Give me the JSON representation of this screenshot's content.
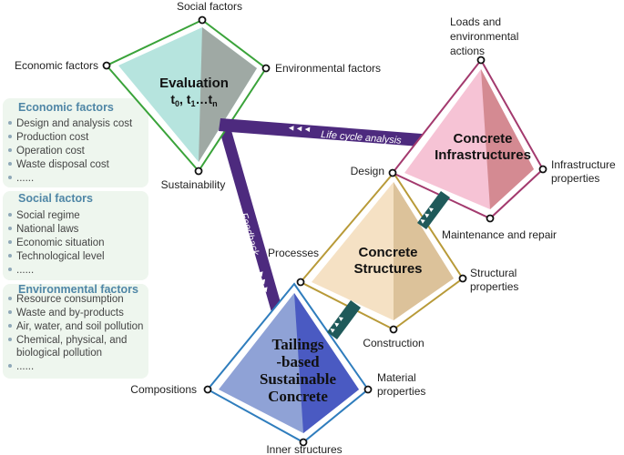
{
  "left_panel": {
    "economic": {
      "title": "Economic factors",
      "items": [
        "Design and analysis cost",
        "Production cost",
        "Operation cost",
        "Waste disposal cost",
        "......"
      ]
    },
    "social": {
      "title": "Social factors",
      "items": [
        "Social regime",
        "National laws",
        "Economic situation",
        "Technological level",
        "......"
      ]
    },
    "environmental": {
      "title": "Environmental factors",
      "items": [
        "Resource consumption",
        "Waste and by-products",
        "Air, water, and soil pollution",
        "Chemical, physical, and",
        "biological pollution",
        "......"
      ]
    }
  },
  "evaluation": {
    "title": "Evaluation",
    "subtitle_parts": {
      "t": "t",
      "s0": "0",
      "sep1": ", t",
      "s1": "1",
      "sep2": "…t",
      "sn": "n"
    },
    "top": "Social factors",
    "left": "Economic factors",
    "right": "Environmental factors",
    "bottom": "Sustainability"
  },
  "infrastructures": {
    "title_line1": "Concrete",
    "title_line2": "Infrastructures",
    "top_line1": "Loads and",
    "top_line2": "environmental",
    "top_line3": "actions",
    "left": "Design",
    "right_line1": "Infrastructure",
    "right_line2": "properties",
    "bottom": "Maintenance and repair"
  },
  "structures": {
    "title_line1": "Concrete",
    "title_line2": "Structures",
    "left": "Processes",
    "right_line1": "Structural",
    "right_line2": "properties",
    "bottom": "Construction"
  },
  "tailings": {
    "title_line1": "Tailings",
    "title_line2": "-based",
    "title_line3": "Sustainable",
    "title_line4": "Concrete",
    "left": "Compositions",
    "right_line1": "Material",
    "right_line2": "properties",
    "bottom": "Inner structures"
  },
  "arrows": {
    "life_cycle": "Life cycle analysis",
    "feedback": "Feedback"
  },
  "colors": {
    "evaluation_border": "#3aa33a",
    "infrastructures_border": "#a33a6e",
    "structures_border": "#b89a38",
    "tailings_border": "#2f7dbd",
    "arrow_purple": "#4d2a7e",
    "link_teal": "#1f5a5a",
    "panel_bg": "#eef6ee"
  }
}
